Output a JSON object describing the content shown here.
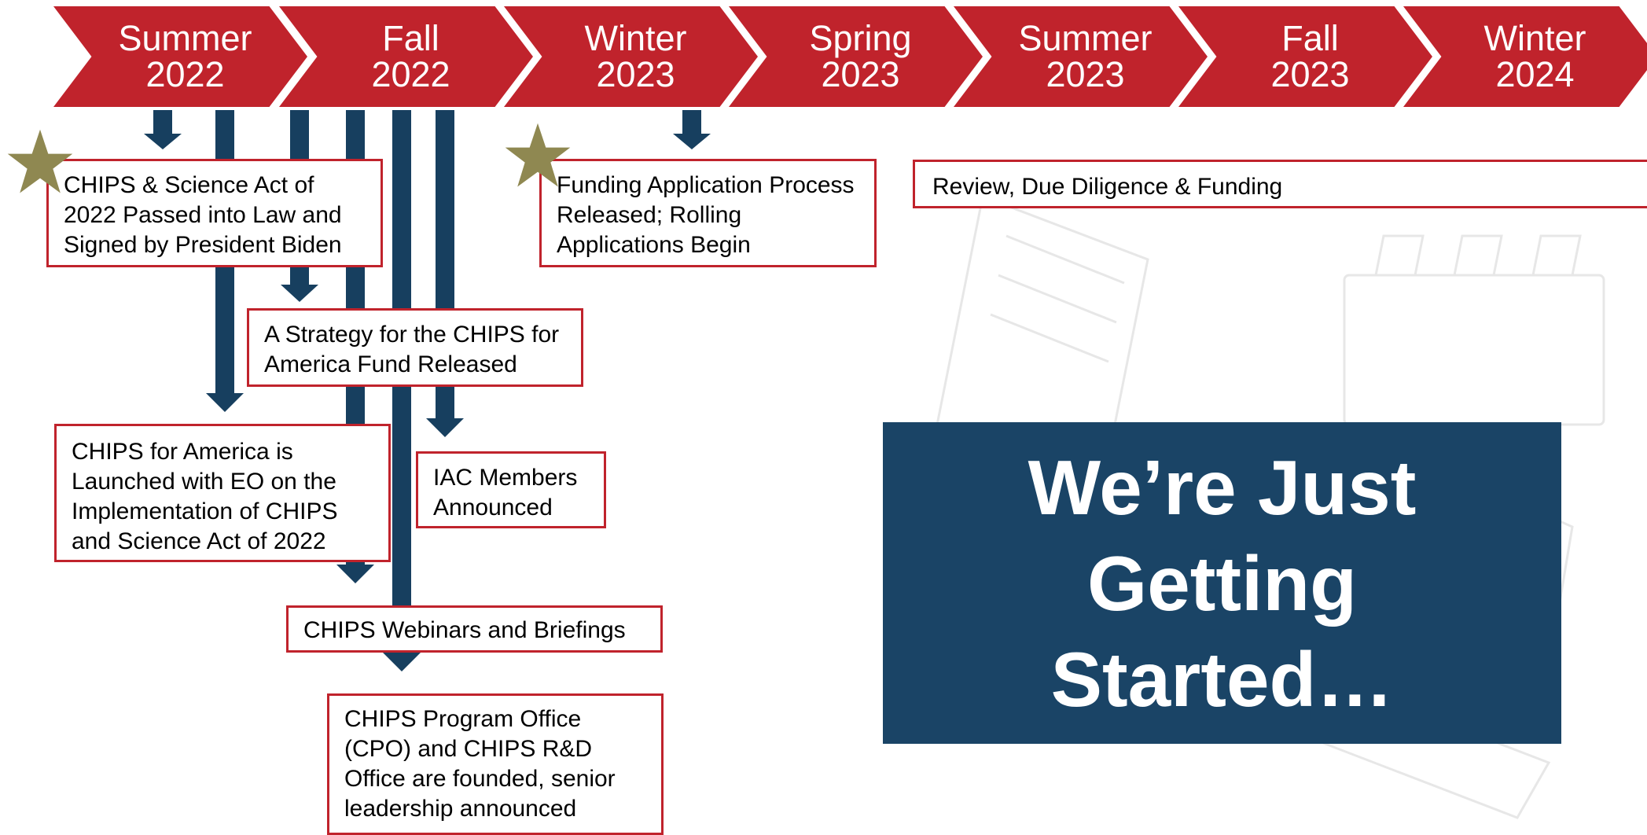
{
  "colors": {
    "chevron_red": "#c0232c",
    "arrow_navy": "#173f5f",
    "box_border": "#c0232c",
    "star_gold": "#8f8851",
    "callout_bg": "#1a4466",
    "watermark": "#e7e7e7"
  },
  "timeline": [
    {
      "season": "Summer",
      "year": "2022"
    },
    {
      "season": "Fall",
      "year": "2022"
    },
    {
      "season": "Winter",
      "year": "2023"
    },
    {
      "season": "Spring",
      "year": "2023"
    },
    {
      "season": "Summer",
      "year": "2023"
    },
    {
      "season": "Fall",
      "year": "2023"
    },
    {
      "season": "Winter",
      "year": "2024"
    }
  ],
  "milestones": {
    "chips_act": "CHIPS & Science Act of 2022 Passed into Law and Signed by President Biden",
    "funding_application": "Funding Application Process Released; Rolling Applications Begin",
    "review": "Review, Due Diligence & Funding",
    "strategy": "A Strategy for the CHIPS for America Fund Released",
    "launch_eo": "CHIPS for America is Launched with EO on the Implementation of CHIPS and Science Act of 2022",
    "iac": "IAC Members Announced",
    "webinars": "CHIPS Webinars and Briefings",
    "program_office": "CHIPS Program Office (CPO) and CHIPS R&D Office are founded, senior leadership announced"
  },
  "callout": "We’re Just Getting Started…",
  "icons": [
    "star-icon",
    "arrow-down-icon",
    "semiconductor-watermark-icon"
  ]
}
